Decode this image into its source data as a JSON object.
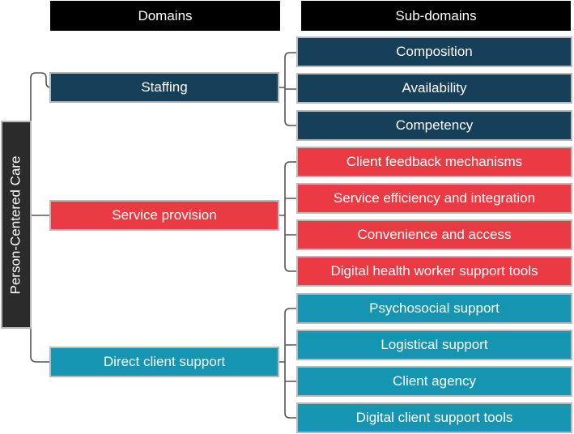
{
  "headers": {
    "domains": "Domains",
    "subdomains": "Sub-domains"
  },
  "root": {
    "label": "Person-Centered Care"
  },
  "domains": [
    {
      "label": "Staffing",
      "color": "#163f5a",
      "subdomains": [
        "Composition",
        "Availability",
        "Competency"
      ]
    },
    {
      "label": "Service provision",
      "color": "#ea3a43",
      "subdomains": [
        "Client feedback mechanisms",
        "Service efficiency and integration",
        "Convenience and access",
        "Digital health worker support tools"
      ]
    },
    {
      "label": "Direct client support",
      "color": "#1595b1",
      "subdomains": [
        "Psychosocial support",
        "Logistical support",
        "Client agency",
        "Digital client support tools"
      ]
    }
  ]
}
